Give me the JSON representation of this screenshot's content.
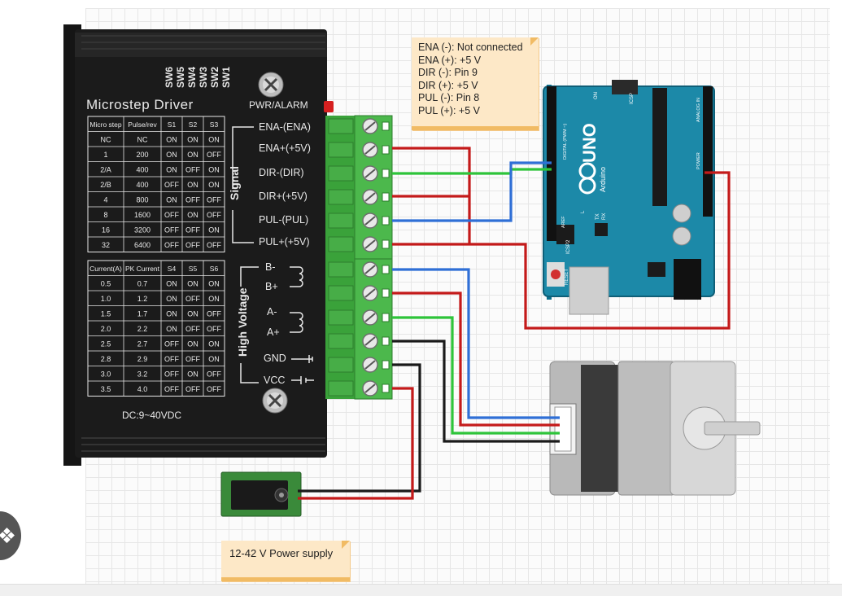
{
  "driver": {
    "title": "Microstep Driver",
    "pwr_alarm": "PWR/ALARM",
    "dc_label": "DC:9~40VDC",
    "switch_labels": [
      "SW6",
      "SW5",
      "SW4",
      "SW3",
      "SW2",
      "SW1"
    ],
    "signal_label": "Signal",
    "high_voltage_label": "High Voltage",
    "signal_terminals": [
      "ENA-(ENA)",
      "ENA+(+5V)",
      "DIR-(DIR)",
      "DIR+(+5V)",
      "PUL-(PUL)",
      "PUL+(+5V)"
    ],
    "power_terminals": [
      "B-",
      "B+",
      "A-",
      "A+",
      "GND",
      "VCC"
    ],
    "microstep_table": {
      "headers": [
        "Micro step",
        "Pulse/rev",
        "S1",
        "S2",
        "S3"
      ],
      "rows": [
        [
          "NC",
          "NC",
          "ON",
          "ON",
          "ON"
        ],
        [
          "1",
          "200",
          "ON",
          "ON",
          "OFF"
        ],
        [
          "2/A",
          "400",
          "ON",
          "OFF",
          "ON"
        ],
        [
          "2/B",
          "400",
          "OFF",
          "ON",
          "ON"
        ],
        [
          "4",
          "800",
          "ON",
          "OFF",
          "OFF"
        ],
        [
          "8",
          "1600",
          "OFF",
          "ON",
          "OFF"
        ],
        [
          "16",
          "3200",
          "OFF",
          "OFF",
          "ON"
        ],
        [
          "32",
          "6400",
          "OFF",
          "OFF",
          "OFF"
        ]
      ]
    },
    "current_table": {
      "headers": [
        "Current(A)",
        "PK Current",
        "S4",
        "S5",
        "S6"
      ],
      "rows": [
        [
          "0.5",
          "0.7",
          "ON",
          "ON",
          "ON"
        ],
        [
          "1.0",
          "1.2",
          "ON",
          "OFF",
          "ON"
        ],
        [
          "1.5",
          "1.7",
          "ON",
          "ON",
          "OFF"
        ],
        [
          "2.0",
          "2.2",
          "ON",
          "OFF",
          "OFF"
        ],
        [
          "2.5",
          "2.7",
          "OFF",
          "ON",
          "ON"
        ],
        [
          "2.8",
          "2.9",
          "OFF",
          "OFF",
          "ON"
        ],
        [
          "3.0",
          "3.2",
          "OFF",
          "ON",
          "OFF"
        ],
        [
          "3.5",
          "4.0",
          "OFF",
          "OFF",
          "OFF"
        ]
      ]
    }
  },
  "arduino": {
    "board_name": "UNO",
    "brand": "Arduino",
    "icsp_label": "ICSP",
    "icsp2_label": "ICSP2",
    "reset_label": "RESET",
    "digital_label": "DIGITAL (PWM ~)",
    "analog_label": "ANALOG IN",
    "power_label": "POWER",
    "tx_label": "TX",
    "rx_label": "RX",
    "on_label": "ON",
    "l_label": "L",
    "aref_label": "AREF"
  },
  "notes": {
    "connections": [
      "ENA (-): Not connected",
      "ENA (+): +5 V",
      "DIR (-): Pin  9",
      "DIR (+): +5 V",
      "PUL (-): Pin 8",
      "PUL (+): +5 V"
    ],
    "power_supply": "12-42 V Power supply"
  },
  "wire_colors": {
    "red": "#c41a1a",
    "green": "#2ec43a",
    "blue": "#2f6fd6",
    "black": "#1a1a1a"
  },
  "icons": {
    "side_button": "bookmark-icon"
  }
}
